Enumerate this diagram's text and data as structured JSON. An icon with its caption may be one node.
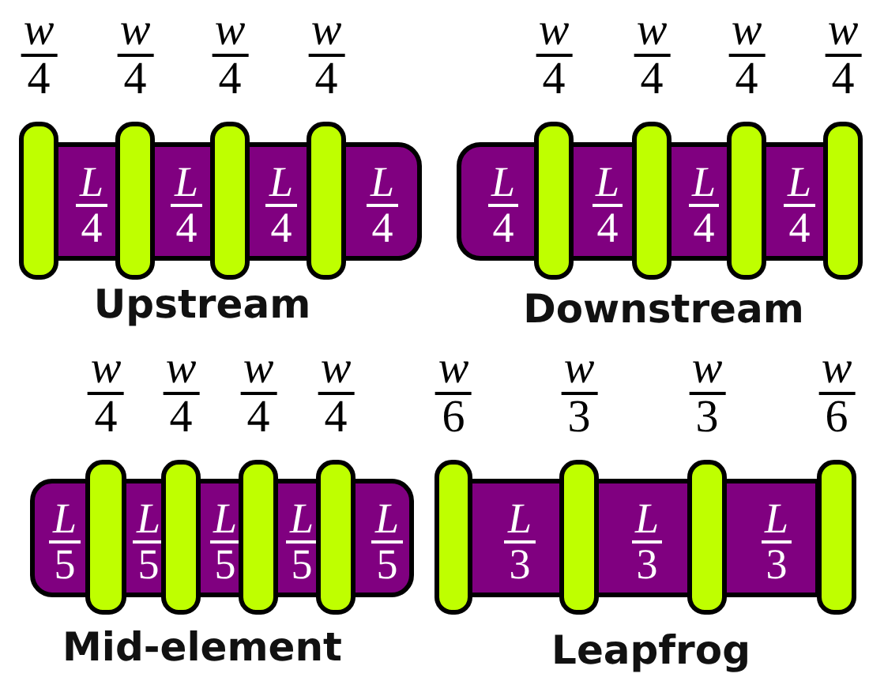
{
  "diagram": {
    "nodes": [
      {
        "text": [],
        "shape": "box"
      },
      {
        "text": [
          "L",
          "4"
        ],
        "in": 0
      },
      {
        "text": [
          "L",
          "4"
        ],
        "in": 0
      },
      {
        "text": [
          "L",
          "4"
        ],
        "in": 0
      },
      {
        "text": [
          "L",
          "4"
        ],
        "in": 0
      },
      {
        "text": [],
        "shape": "bar",
        "beside": [
          "w",
          "4"
        ]
      },
      {
        "text": [],
        "shape": "bar",
        "beside": [
          "w",
          "4"
        ]
      },
      {
        "text": [],
        "shape": "bar",
        "beside": [
          "w",
          "4"
        ]
      },
      {
        "text": [],
        "shape": "bar",
        "beside": [
          "w",
          "4"
        ]
      },
      {
        "text": [],
        "shape": "box"
      },
      {
        "text": [
          "L",
          "4"
        ],
        "in": 9
      },
      {
        "text": [
          "L",
          "4"
        ],
        "in": 9
      },
      {
        "text": [
          "L",
          "4"
        ],
        "in": 9
      },
      {
        "text": [
          "L",
          "4"
        ],
        "in": 9
      },
      {
        "text": [],
        "shape": "bar",
        "beside": [
          "w",
          "4"
        ]
      },
      {
        "text": [],
        "shape": "bar",
        "beside": [
          "w",
          "4"
        ]
      },
      {
        "text": [],
        "shape": "bar",
        "beside": [
          "w",
          "4"
        ]
      },
      {
        "text": [],
        "shape": "bar",
        "beside": [
          "w",
          "4"
        ]
      },
      {
        "text": [],
        "shape": "box"
      },
      {
        "text": [
          "L",
          "5"
        ],
        "in": 18
      },
      {
        "text": [
          "L",
          "5"
        ],
        "in": 18
      },
      {
        "text": [
          "L",
          "5"
        ],
        "in": 18
      },
      {
        "text": [
          "L",
          "5"
        ],
        "in": 18
      },
      {
        "text": [
          "L",
          "5"
        ],
        "in": 18
      },
      {
        "text": [],
        "shape": "bar",
        "beside": [
          "w",
          "4"
        ]
      },
      {
        "text": [],
        "shape": "bar",
        "beside": [
          "w",
          "4"
        ]
      },
      {
        "text": [],
        "shape": "bar",
        "beside": [
          "w",
          "4"
        ]
      },
      {
        "text": [],
        "shape": "bar",
        "beside": [
          "w",
          "4"
        ]
      },
      {
        "text": [],
        "shape": "box"
      },
      {
        "text": [
          "L",
          "3"
        ],
        "in": 28
      },
      {
        "text": [
          "L",
          "3"
        ],
        "in": 28
      },
      {
        "text": [
          "L",
          "3"
        ],
        "in": 28
      },
      {
        "text": [],
        "shape": "bar",
        "beside": [
          "w",
          "6"
        ]
      },
      {
        "text": [],
        "shape": "bar",
        "beside": [
          "w",
          "3"
        ]
      },
      {
        "text": [],
        "shape": "bar",
        "beside": [
          "w",
          "3"
        ]
      },
      {
        "text": [],
        "shape": "bar",
        "beside": [
          "w",
          "6"
        ]
      }
    ],
    "labels": [
      "Upstream",
      "Downstream",
      "Mid-element",
      "Leapfrog"
    ]
  }
}
